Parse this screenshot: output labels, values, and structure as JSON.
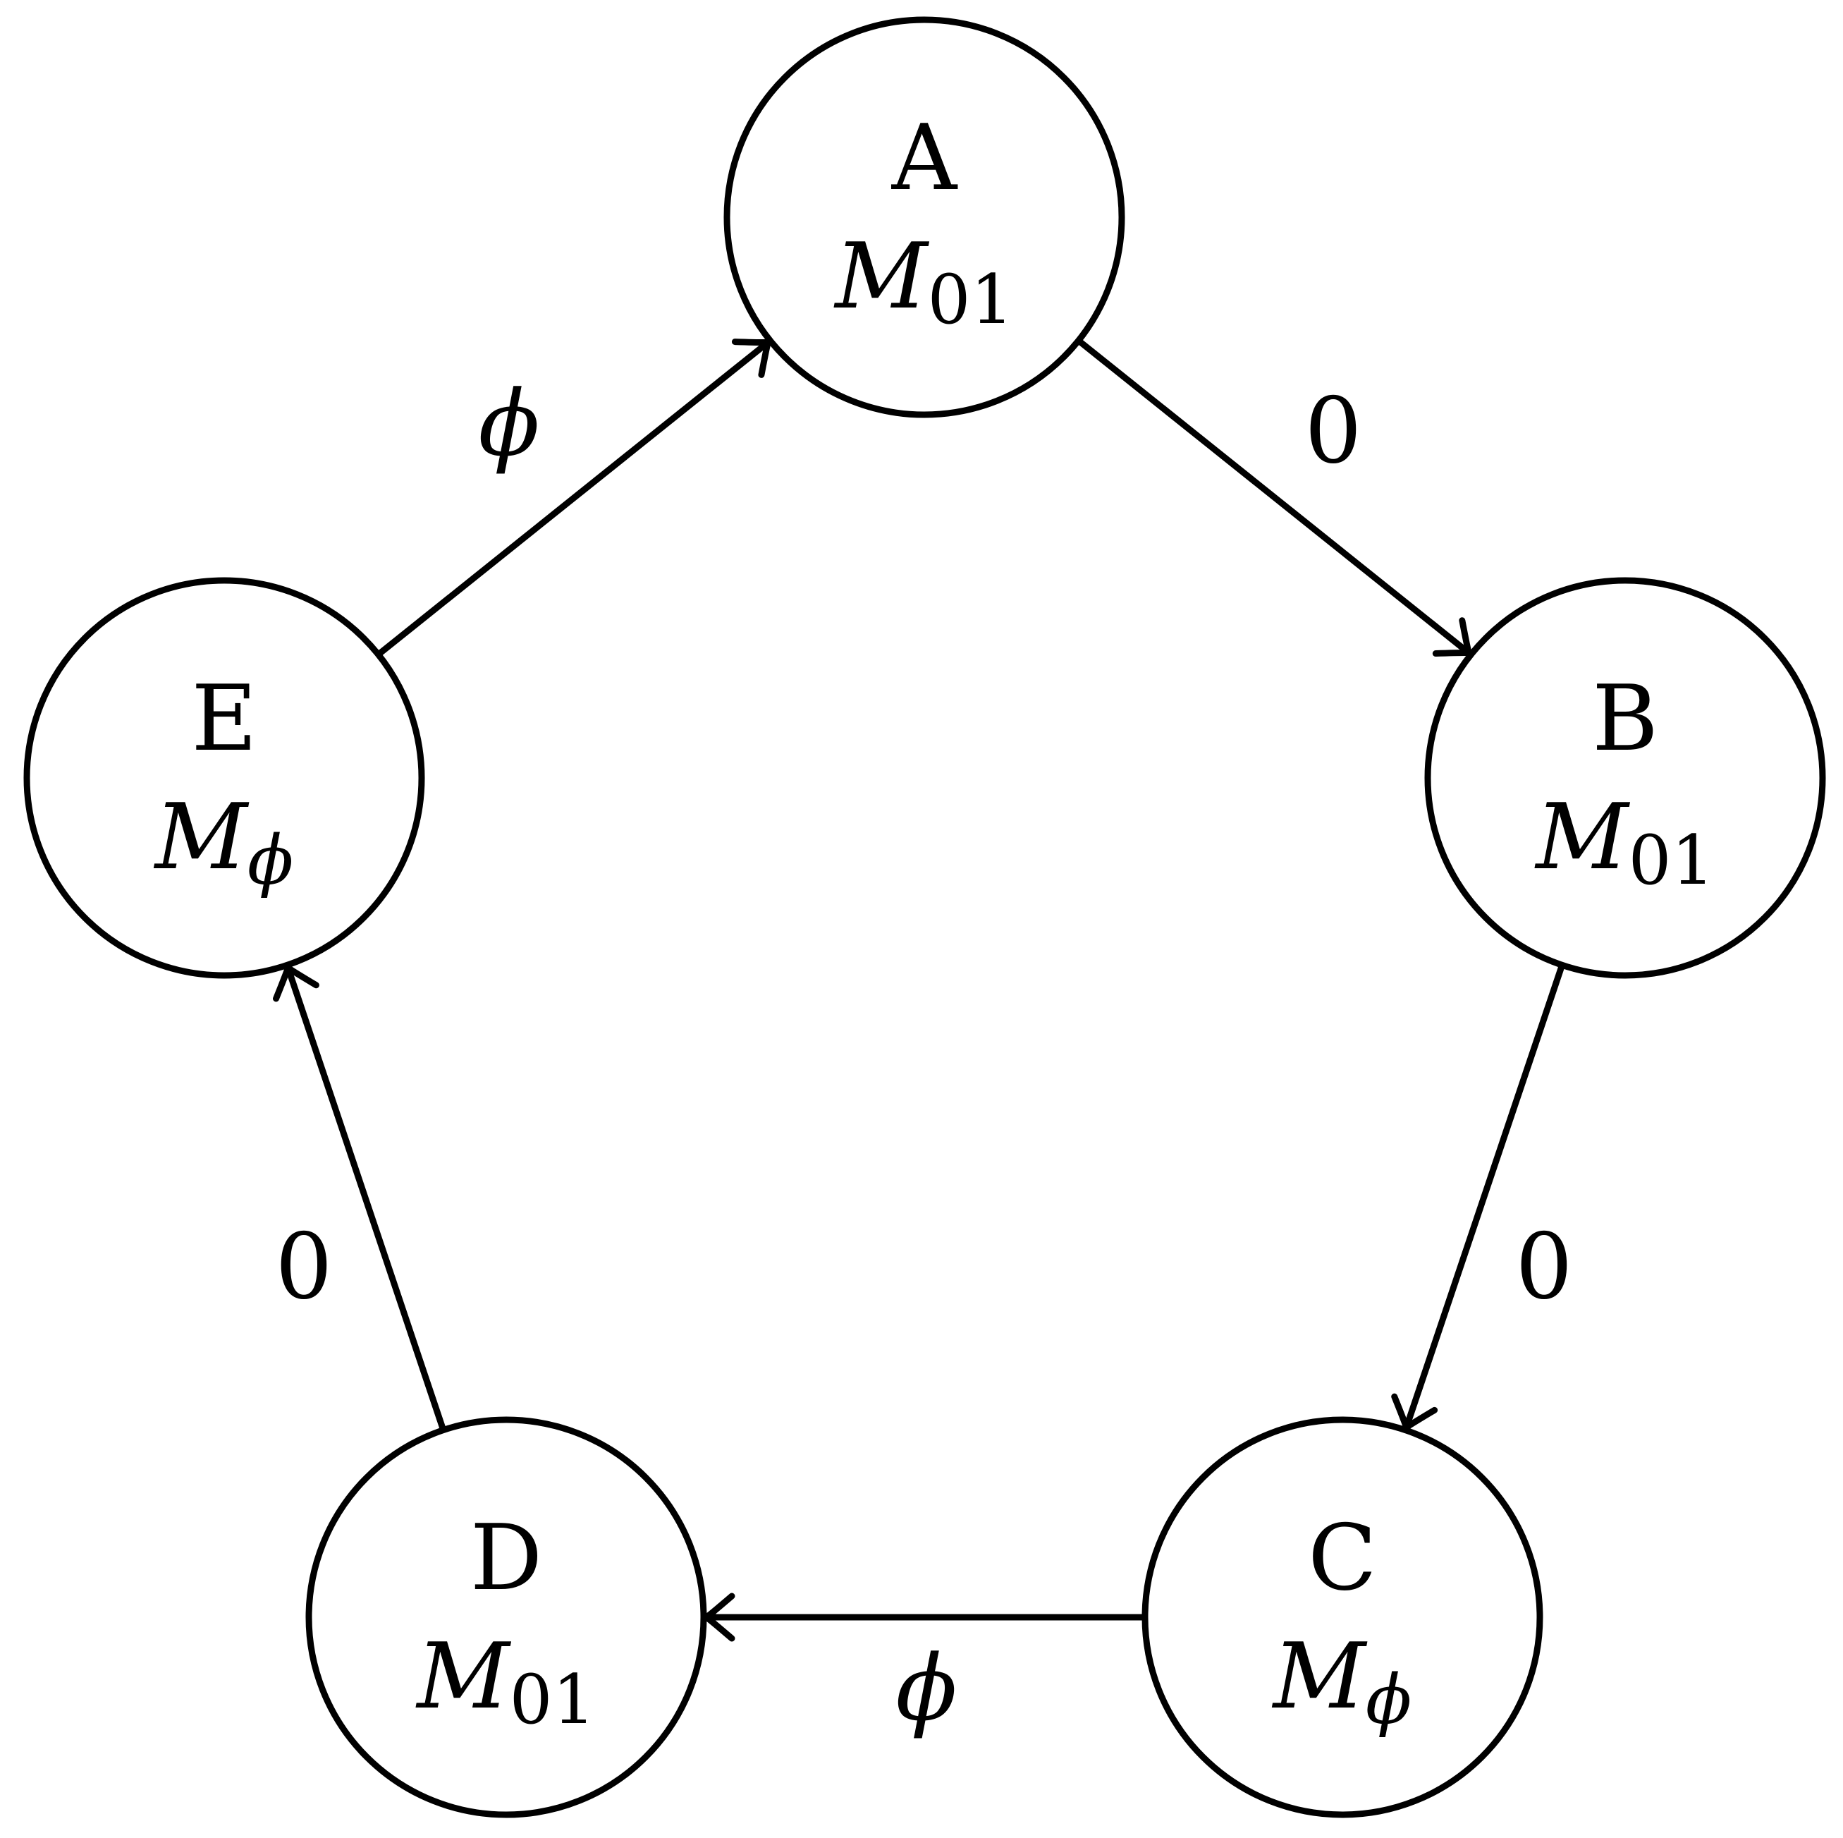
{
  "nodes": [
    {
      "id": "A",
      "name": "A",
      "label_main": "M",
      "label_sub": "01",
      "sub_italic": false
    },
    {
      "id": "B",
      "name": "B",
      "label_main": "M",
      "label_sub": "01",
      "sub_italic": false
    },
    {
      "id": "C",
      "name": "C",
      "label_main": "M",
      "label_sub": "ϕ",
      "sub_italic": true
    },
    {
      "id": "D",
      "name": "D",
      "label_main": "M",
      "label_sub": "01",
      "sub_italic": false
    },
    {
      "id": "E",
      "name": "E",
      "label_main": "M",
      "label_sub": "ϕ",
      "sub_italic": true
    }
  ],
  "edges": [
    {
      "from": "A",
      "to": "B",
      "label": "0",
      "italic": false
    },
    {
      "from": "B",
      "to": "C",
      "label": "0",
      "italic": false
    },
    {
      "from": "C",
      "to": "D",
      "label": "ϕ",
      "italic": true
    },
    {
      "from": "D",
      "to": "E",
      "label": "0",
      "italic": false
    },
    {
      "from": "E",
      "to": "A",
      "label": "ϕ",
      "italic": true
    }
  ],
  "colors": {
    "stroke": "#000000",
    "background": "#ffffff"
  }
}
